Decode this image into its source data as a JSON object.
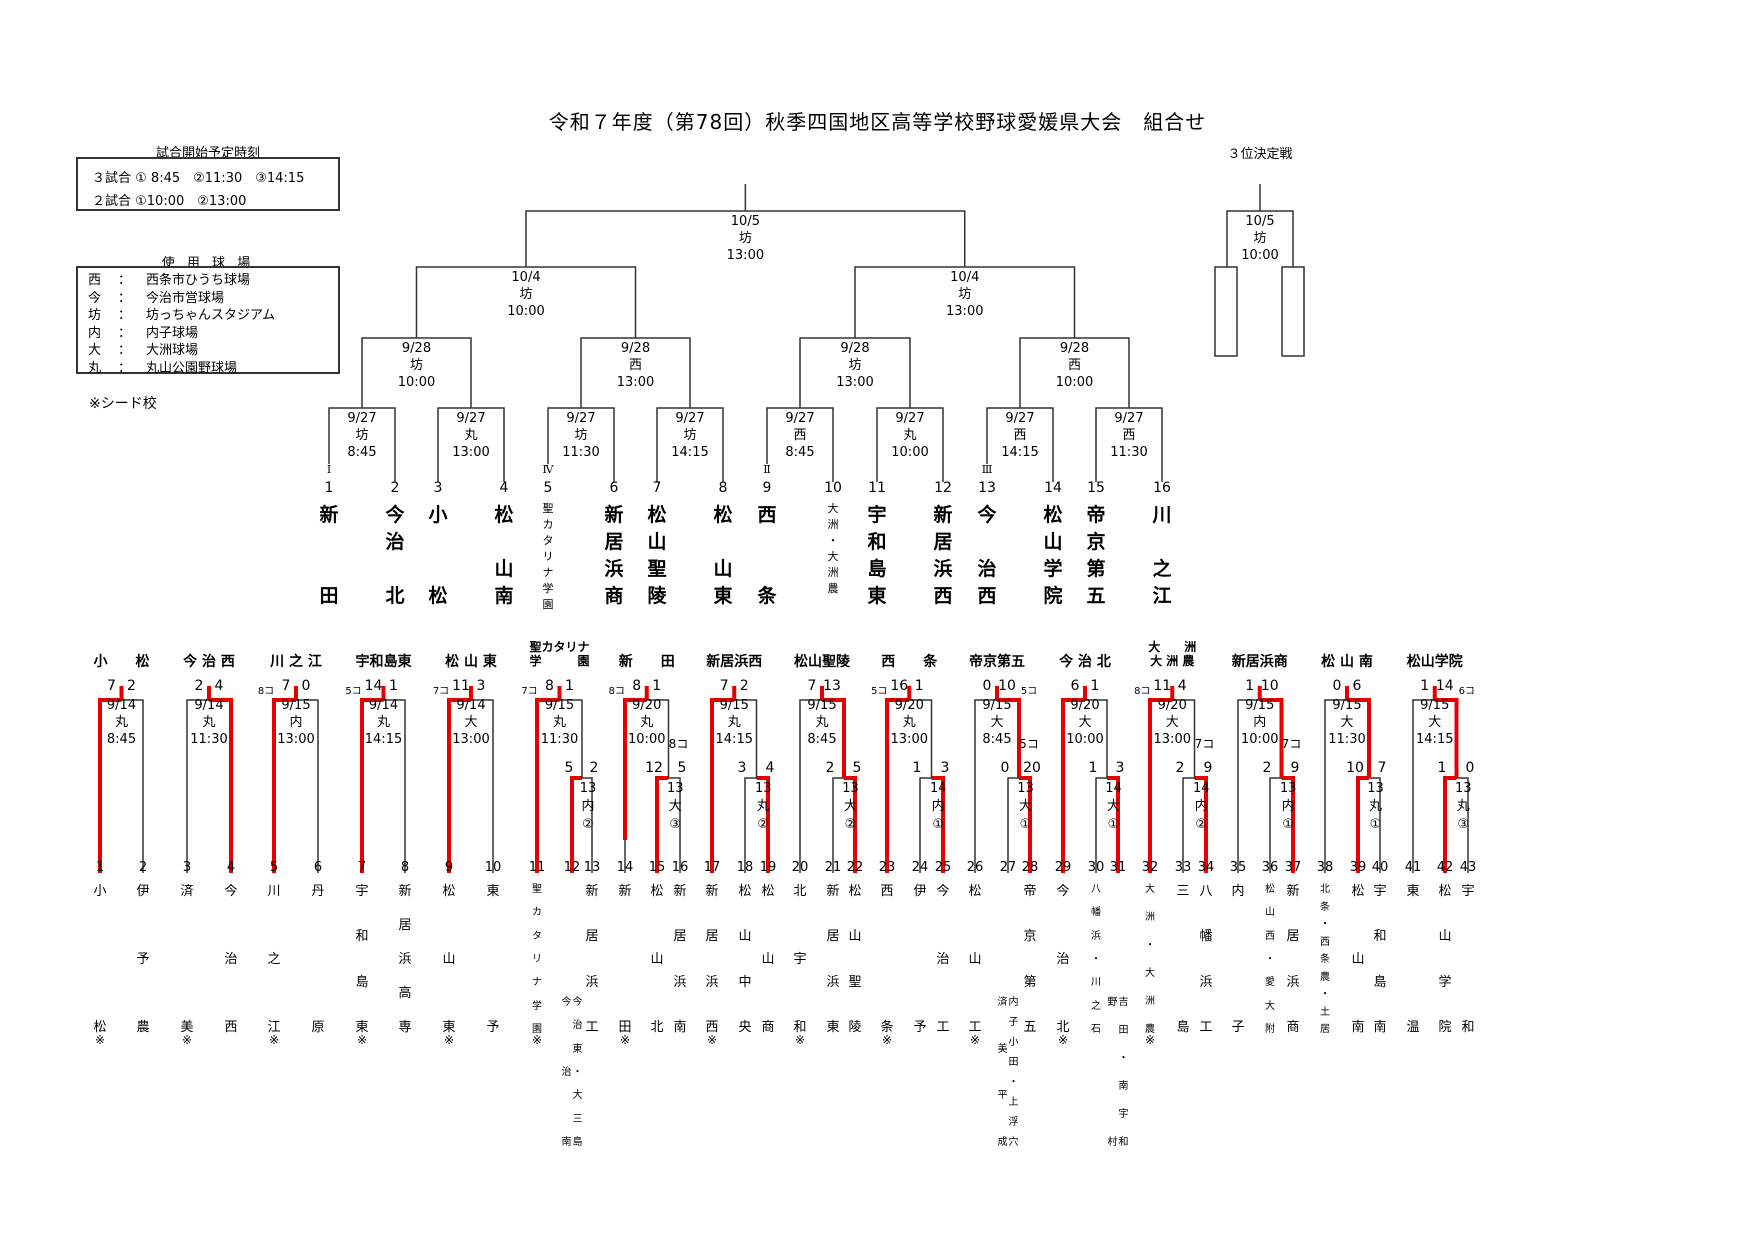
{
  "title": "令和７年度（第78回）秋季四国地区高等学校野球愛媛県大会　組合せ",
  "schedule": {
    "heading": "試合開始予定時刻",
    "rows": [
      "３試合 ① 8:45　②11:30　③14:15",
      "２試合 ①10:00　②13:00"
    ]
  },
  "venues": {
    "heading": "使 用 球 場",
    "rows": [
      {
        "abbr": "西",
        "sep": "：",
        "name": "西条市ひうち球場"
      },
      {
        "abbr": "今",
        "sep": "：",
        "name": "今治市営球場"
      },
      {
        "abbr": "坊",
        "sep": "：",
        "name": "坊っちゃんスタジアム"
      },
      {
        "abbr": "内",
        "sep": "：",
        "name": "内子球場"
      },
      {
        "abbr": "大",
        "sep": "：",
        "name": "大洲球場"
      },
      {
        "abbr": "丸",
        "sep": "：",
        "name": "丸山公園野球場"
      }
    ]
  },
  "seed_note": "※シード校",
  "third_place": {
    "heading": "３位決定戦",
    "date": "10/5",
    "venue": "坊",
    "time": "10:00"
  },
  "final": {
    "date": "10/5",
    "venue": "坊",
    "time": "13:00"
  },
  "semifinals": [
    {
      "date": "10/4",
      "venue": "坊",
      "time": "10:00"
    },
    {
      "date": "10/4",
      "venue": "坊",
      "time": "13:00"
    }
  ],
  "quarterfinals": [
    {
      "date": "9/28",
      "venue": "坊",
      "time": "10:00"
    },
    {
      "date": "9/28",
      "venue": "西",
      "time": "13:00"
    },
    {
      "date": "9/28",
      "venue": "坊",
      "time": "13:00"
    },
    {
      "date": "9/28",
      "venue": "西",
      "time": "10:00"
    }
  ],
  "round16": [
    {
      "date": "9/27",
      "venue": "坊",
      "time": "8:45"
    },
    {
      "date": "9/27",
      "venue": "丸",
      "time": "13:00"
    },
    {
      "date": "9/27",
      "venue": "坊",
      "time": "11:30"
    },
    {
      "date": "9/27",
      "venue": "坊",
      "time": "14:15"
    },
    {
      "date": "9/27",
      "venue": "西",
      "time": "8:45"
    },
    {
      "date": "9/27",
      "venue": "丸",
      "time": "10:00"
    },
    {
      "date": "9/27",
      "venue": "西",
      "time": "14:15"
    },
    {
      "date": "9/27",
      "venue": "西",
      "time": "11:30"
    }
  ],
  "main_draw": [
    {
      "no": "1",
      "seed": "Ⅰ",
      "name": "新田"
    },
    {
      "no": "2",
      "seed": "",
      "name": "今治北"
    },
    {
      "no": "3",
      "seed": "",
      "name": "小松"
    },
    {
      "no": "4",
      "seed": "",
      "name": "松山南"
    },
    {
      "no": "5",
      "seed": "Ⅳ",
      "name": "聖カタリナ学園",
      "small": true
    },
    {
      "no": "6",
      "seed": "",
      "name": "新居浜商"
    },
    {
      "no": "7",
      "seed": "",
      "name": "松山聖陵"
    },
    {
      "no": "8",
      "seed": "",
      "name": "松山東"
    },
    {
      "no": "9",
      "seed": "Ⅱ",
      "name": "西条"
    },
    {
      "no": "10",
      "seed": "",
      "name": "大洲・大洲農",
      "small": true
    },
    {
      "no": "11",
      "seed": "",
      "name": "宇和島東"
    },
    {
      "no": "12",
      "seed": "",
      "name": "新居浜西"
    },
    {
      "no": "13",
      "seed": "Ⅲ",
      "name": "今治西"
    },
    {
      "no": "14",
      "seed": "",
      "name": "松山学院"
    },
    {
      "no": "15",
      "seed": "",
      "name": "帝京第五"
    },
    {
      "no": "16",
      "seed": "",
      "name": "川之江"
    }
  ],
  "qualifying_blocks": [
    {
      "winner": "小　　松",
      "scores": [
        "7",
        "2"
      ],
      "called": [
        "",
        ""
      ],
      "date": "9/14",
      "venue": "丸",
      "time": "8:45",
      "win_side": "left"
    },
    {
      "winner": "今 治 西",
      "scores": [
        "2",
        "4"
      ],
      "called": [
        "",
        ""
      ],
      "date": "9/14",
      "venue": "丸",
      "time": "11:30",
      "win_side": "right"
    },
    {
      "winner": "川 之 江",
      "scores": [
        "7",
        "0"
      ],
      "called": [
        "8コ",
        ""
      ],
      "date": "9/15",
      "venue": "内",
      "time": "13:00",
      "win_side": "left"
    },
    {
      "winner": "宇和島東",
      "scores": [
        "14",
        "1"
      ],
      "called": [
        "5コ",
        ""
      ],
      "date": "9/14",
      "venue": "丸",
      "time": "14:15",
      "win_side": "left"
    },
    {
      "winner": "松 山 東",
      "scores": [
        "11",
        "3"
      ],
      "called": [
        "7コ",
        ""
      ],
      "date": "9/14",
      "venue": "大",
      "time": "13:00",
      "win_side": "left"
    },
    {
      "winner": "聖カタリナ\n学　　　園",
      "scores": [
        "8",
        "1"
      ],
      "called": [
        "7コ",
        ""
      ],
      "date": "9/15",
      "venue": "丸",
      "time": "11:30",
      "win_side": "left",
      "sub": {
        "scores": [
          "5",
          "2"
        ],
        "called": "",
        "date": "13",
        "venue": "内",
        "slot": "②",
        "win_side": "left"
      }
    },
    {
      "winner": "新　　田",
      "scores": [
        "8",
        "1"
      ],
      "called": [
        "8コ",
        ""
      ],
      "date": "9/20",
      "venue": "丸",
      "time": "10:00",
      "win_side": "left",
      "time_called": "8コ",
      "sub": {
        "scores": [
          "12",
          "5"
        ],
        "called": "",
        "date": "13",
        "venue": "大",
        "slot": "③",
        "win_side": "left"
      }
    },
    {
      "winner": "新居浜西",
      "scores": [
        "7",
        "2"
      ],
      "called": [
        "",
        ""
      ],
      "date": "9/15",
      "venue": "丸",
      "time": "14:15",
      "win_side": "left",
      "sub": {
        "scores": [
          "3",
          "4"
        ],
        "called": "",
        "date": "13",
        "venue": "丸",
        "slot": "②",
        "win_side": "right"
      }
    },
    {
      "winner": "松山聖陵",
      "scores": [
        "7",
        "13"
      ],
      "called": [
        "",
        ""
      ],
      "date": "9/15",
      "venue": "丸",
      "time": "8:45",
      "win_side": "right",
      "sub": {
        "scores": [
          "2",
          "5"
        ],
        "called": "",
        "date": "13",
        "venue": "大",
        "slot": "②",
        "win_side": "right"
      }
    },
    {
      "winner": "西　　条",
      "scores": [
        "16",
        "1"
      ],
      "called": [
        "5コ",
        ""
      ],
      "date": "9/20",
      "venue": "丸",
      "time": "13:00",
      "win_side": "left",
      "sub": {
        "scores": [
          "1",
          "3"
        ],
        "called": "",
        "date": "14",
        "venue": "内",
        "slot": "①",
        "win_side": "right"
      }
    },
    {
      "winner": "帝京第五",
      "scores": [
        "0",
        "10"
      ],
      "called": [
        "",
        "5コ"
      ],
      "date": "9/15",
      "venue": "大",
      "time": "8:45",
      "win_side": "right",
      "time_called": "5コ",
      "sub": {
        "scores": [
          "0",
          "20"
        ],
        "called": "",
        "date": "13",
        "venue": "大",
        "slot": "①",
        "win_side": "right"
      }
    },
    {
      "winner": "今 治 北",
      "scores": [
        "6",
        "1"
      ],
      "called": [
        "",
        ""
      ],
      "date": "9/20",
      "venue": "大",
      "time": "10:00",
      "win_side": "left",
      "sub": {
        "scores": [
          "1",
          "3"
        ],
        "called": "",
        "date": "14",
        "venue": "大",
        "slot": "①",
        "win_side": "right"
      }
    },
    {
      "winner": "大　　洲\n大 洲 農",
      "scores": [
        "11",
        "4"
      ],
      "called": [
        "8コ",
        ""
      ],
      "date": "9/20",
      "venue": "大",
      "time": "13:00",
      "win_side": "left",
      "time_called": "7コ",
      "sub": {
        "scores": [
          "2",
          "9"
        ],
        "called": "",
        "date": "14",
        "venue": "内",
        "slot": "②",
        "win_side": "right"
      }
    },
    {
      "winner": "新居浜商",
      "scores": [
        "1",
        "10"
      ],
      "called": [
        "",
        ""
      ],
      "date": "9/15",
      "venue": "内",
      "time": "10:00",
      "win_side": "right",
      "time_called": "7コ",
      "sub": {
        "scores": [
          "2",
          "9"
        ],
        "called": "",
        "date": "13",
        "venue": "内",
        "slot": "①",
        "win_side": "right"
      }
    },
    {
      "winner": "松 山 南",
      "scores": [
        "0",
        "6"
      ],
      "called": [
        "",
        ""
      ],
      "date": "9/15",
      "venue": "大",
      "time": "11:30",
      "win_side": "right",
      "sub": {
        "scores": [
          "10",
          "7"
        ],
        "called": "",
        "date": "13",
        "venue": "丸",
        "slot": "①",
        "win_side": "left"
      }
    },
    {
      "winner": "松山学院",
      "scores": [
        "1",
        "14"
      ],
      "called": [
        "",
        "6コ"
      ],
      "date": "9/15",
      "venue": "大",
      "time": "14:15",
      "win_side": "right",
      "sub": {
        "scores": [
          "1",
          "0"
        ],
        "called": "",
        "date": "13",
        "venue": "丸",
        "slot": "③",
        "win_side": "left"
      }
    }
  ],
  "qualifying_teams": [
    {
      "no": "1",
      "name": "小松",
      "seed": "※"
    },
    {
      "no": "2",
      "name": "伊予農",
      "seed": ""
    },
    {
      "no": "3",
      "name": "済美",
      "seed": "※"
    },
    {
      "no": "4",
      "name": "今治西",
      "seed": ""
    },
    {
      "no": "5",
      "name": "川之江",
      "seed": "※"
    },
    {
      "no": "6",
      "name": "丹原",
      "seed": ""
    },
    {
      "no": "7",
      "name": "宇和島東",
      "seed": "※"
    },
    {
      "no": "8",
      "name": "新居浜高専",
      "seed": ""
    },
    {
      "no": "9",
      "name": "松山東",
      "seed": "※"
    },
    {
      "no": "10",
      "name": "東予",
      "seed": ""
    },
    {
      "no": "11",
      "name": "聖カタリナ学園",
      "seed": "※"
    },
    {
      "no": "12",
      "name": "今治南・今治東・大三島",
      "seed": "",
      "cols": [
        "今治南",
        "今治東・大三島"
      ]
    },
    {
      "no": "13",
      "name": "新居浜工",
      "seed": ""
    },
    {
      "no": "14",
      "name": "新田",
      "seed": "※"
    },
    {
      "no": "15",
      "name": "松山北",
      "seed": ""
    },
    {
      "no": "16",
      "name": "新居浜南",
      "seed": ""
    },
    {
      "no": "17",
      "name": "新居浜西",
      "seed": "※"
    },
    {
      "no": "18",
      "name": "松山中央",
      "seed": ""
    },
    {
      "no": "19",
      "name": "松山商",
      "seed": ""
    },
    {
      "no": "20",
      "name": "北宇和",
      "seed": "※"
    },
    {
      "no": "21",
      "name": "新居浜東",
      "seed": ""
    },
    {
      "no": "22",
      "name": "松山聖陵",
      "seed": ""
    },
    {
      "no": "23",
      "name": "西条",
      "seed": "※"
    },
    {
      "no": "24",
      "name": "伊予",
      "seed": ""
    },
    {
      "no": "25",
      "name": "今治工",
      "seed": ""
    },
    {
      "no": "26",
      "name": "松山工",
      "seed": "※"
    },
    {
      "no": "27",
      "name": "済美平成・内子小田・上浮穴",
      "seed": "",
      "cols": [
        "済美平成",
        "内子小田・上浮穴"
      ]
    },
    {
      "no": "28",
      "name": "帝京第五",
      "seed": ""
    },
    {
      "no": "29",
      "name": "今治北",
      "seed": "※"
    },
    {
      "no": "30",
      "name": "八幡浜・川之石",
      "seed": ""
    },
    {
      "no": "31",
      "name": "吉田・南宇和・野村",
      "seed": "",
      "cols": [
        "野村",
        "吉田・南宇和"
      ]
    },
    {
      "no": "32",
      "name": "大洲・大洲農",
      "seed": "※"
    },
    {
      "no": "33",
      "name": "三島",
      "seed": ""
    },
    {
      "no": "34",
      "name": "八幡浜工",
      "seed": ""
    },
    {
      "no": "35",
      "name": "内子",
      "seed": ""
    },
    {
      "no": "36",
      "name": "松山西・愛大附",
      "seed": ""
    },
    {
      "no": "37",
      "name": "新居浜商",
      "seed": ""
    },
    {
      "no": "38",
      "name": "北条・西条農・土居",
      "seed": ""
    },
    {
      "no": "39",
      "name": "松山南",
      "seed": ""
    },
    {
      "no": "40",
      "name": "宇和島南",
      "seed": ""
    },
    {
      "no": "41",
      "name": "東温",
      "seed": ""
    },
    {
      "no": "42",
      "name": "松山学院",
      "seed": ""
    },
    {
      "no": "43",
      "name": "宇和",
      "seed": ""
    }
  ],
  "colors": {
    "winner_line": "#e60000",
    "line": "#333333"
  }
}
